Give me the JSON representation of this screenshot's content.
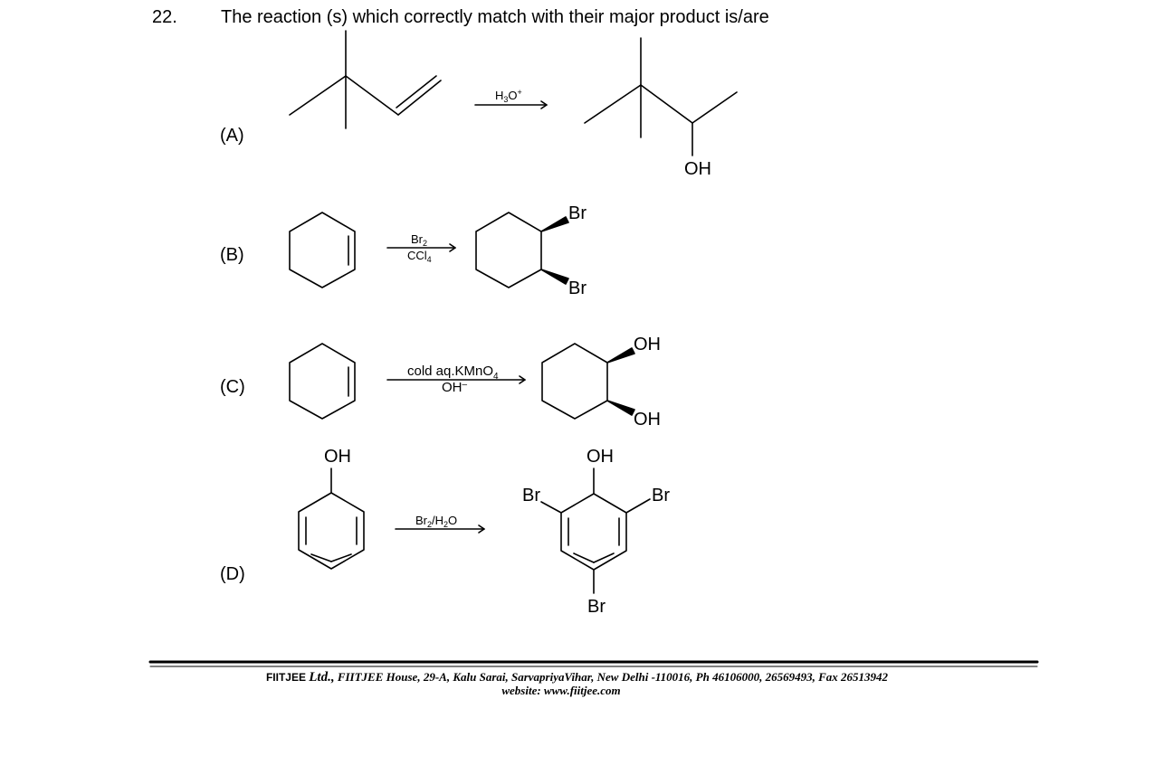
{
  "question": {
    "number": "22.",
    "text": "The reaction (s) which correctly match with their major product is/are"
  },
  "options": [
    {
      "label": "(A)",
      "reagent": "H",
      "reagent_sub": "3",
      "reagent_tail": "O",
      "reagent_sup": "+",
      "product_labels": [
        "OH"
      ]
    },
    {
      "label": "(B)",
      "reagent_top": "Br",
      "reagent_top_sub": "2",
      "reagent_bottom": "CCl",
      "reagent_bottom_sub": "4",
      "product_labels": [
        "Br",
        "Br"
      ]
    },
    {
      "label": "(C)",
      "reagent_top": "cold aq.KMnO",
      "reagent_top_sub": "4",
      "reagent_bottom": "OH",
      "reagent_bottom_sup": "–",
      "product_labels": [
        "OH",
        "OH"
      ]
    },
    {
      "label": "(D)",
      "reactant_label": "OH",
      "reagent": "Br",
      "reagent_sub": "2",
      "reagent_mid": "/H",
      "reagent_sub2": "2",
      "reagent_tail": "O",
      "product_labels": [
        "OH",
        "Br",
        "Br",
        "Br"
      ]
    }
  ],
  "footer": {
    "brand": "FIITJEE",
    "ltd": "Ltd.,",
    "address": "FIITJEE House, 29-A, Kalu  Sarai, SarvapriyaVihar, New Delhi -110016, Ph 46106000, 26569493, Fax 26513942",
    "website": "website: www.fiitjee.com"
  }
}
